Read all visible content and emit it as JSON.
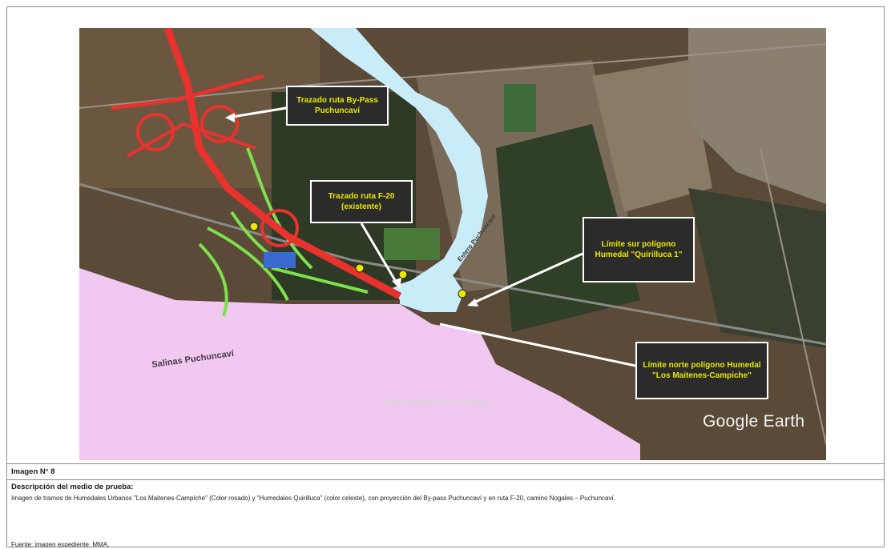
{
  "map": {
    "callouts": {
      "bypass": "Trazado ruta By-Pass Puchuncaví",
      "f20": "Trazado ruta F-20 (existente)",
      "quirilluca": "Límite sur polígono Humedal \"Quirilluca 1\"",
      "maitenes": "Límite norte polígono Humedal \"Los Maitenes-Campiche\""
    },
    "labels": {
      "salinas": "Salinas Puchuncaví",
      "river": "Estero Puchuncaví",
      "copyright": "Image © 2021 Maxar Technologies",
      "watermark": "Google Earth"
    },
    "colors": {
      "maitenes_wetland": "#f0c8f0",
      "quirilluca_wetland": "#c8ecf8",
      "bypass_route": "#e8322e",
      "f20_route": "#7ee04c",
      "callout_text": "#e8e800"
    }
  },
  "caption": {
    "title": "Imagen N° 8",
    "description_label": "Descripción del medio de prueba:",
    "description": "Imagen de tramos de Humedales Urbanos \"Los Maitenes-Campiche\" (Color rosado) y \"Humedales Quirilluca\" (color celeste), con proyección del By-pass Puchuncaví y en ruta F-20, camino Nogales – Puchuncaví.",
    "source": "Fuente: imagen expediente, MMA."
  }
}
